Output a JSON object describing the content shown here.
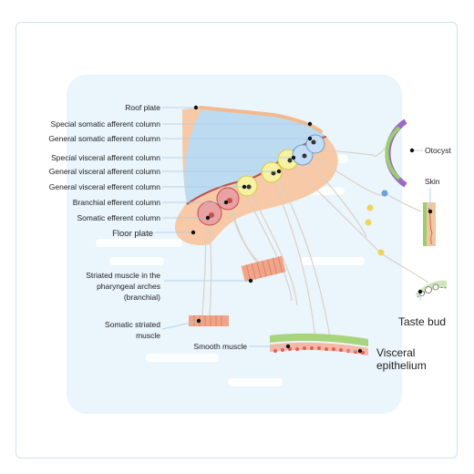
{
  "labels": {
    "roof_plate": "Roof plate",
    "special_somatic_afferent": "Special somatic afferent column",
    "general_somatic_afferent": "General somatic afferent column",
    "special_visceral_afferent": "Special visceral afferent column",
    "general_visceral_afferent": "General visceral afferent column",
    "general_visceral_efferent": "General visceral efferent column",
    "branchial_efferent": "Branchial efferent column",
    "somatic_efferent": "Somatic efferent column",
    "floor_plate": "Floor plate",
    "striated_branchial_1": "Striated muscle in the",
    "striated_branchial_2": "pharyngeal arches",
    "striated_branchial_3": "(branchial)",
    "somatic_striated_1": "Somatic striated",
    "somatic_striated_2": "muscle",
    "smooth_muscle": "Smooth muscle",
    "otocyst": "Otocyst",
    "skin": "Skin",
    "taste_bud": "Taste bud",
    "visceral_1": "Visceral",
    "visceral_2": "epithelium"
  },
  "colors": {
    "neural_tube": "#f7c9a6",
    "roof_fill": "#b9dcf3",
    "background_panel": "#eaf5fc",
    "somatic_efferent": "#e9a1a1",
    "general_visceral_efferent": "#f6f1a3",
    "special_visceral_afferent": "#c4dcf4",
    "otocyst_green": "#9ccf6b",
    "otocyst_purple": "#9a6bc2",
    "smooth_muscle": "#a8d47c",
    "muscle": "#f0a58a",
    "epithelium": "#e85b5b"
  }
}
